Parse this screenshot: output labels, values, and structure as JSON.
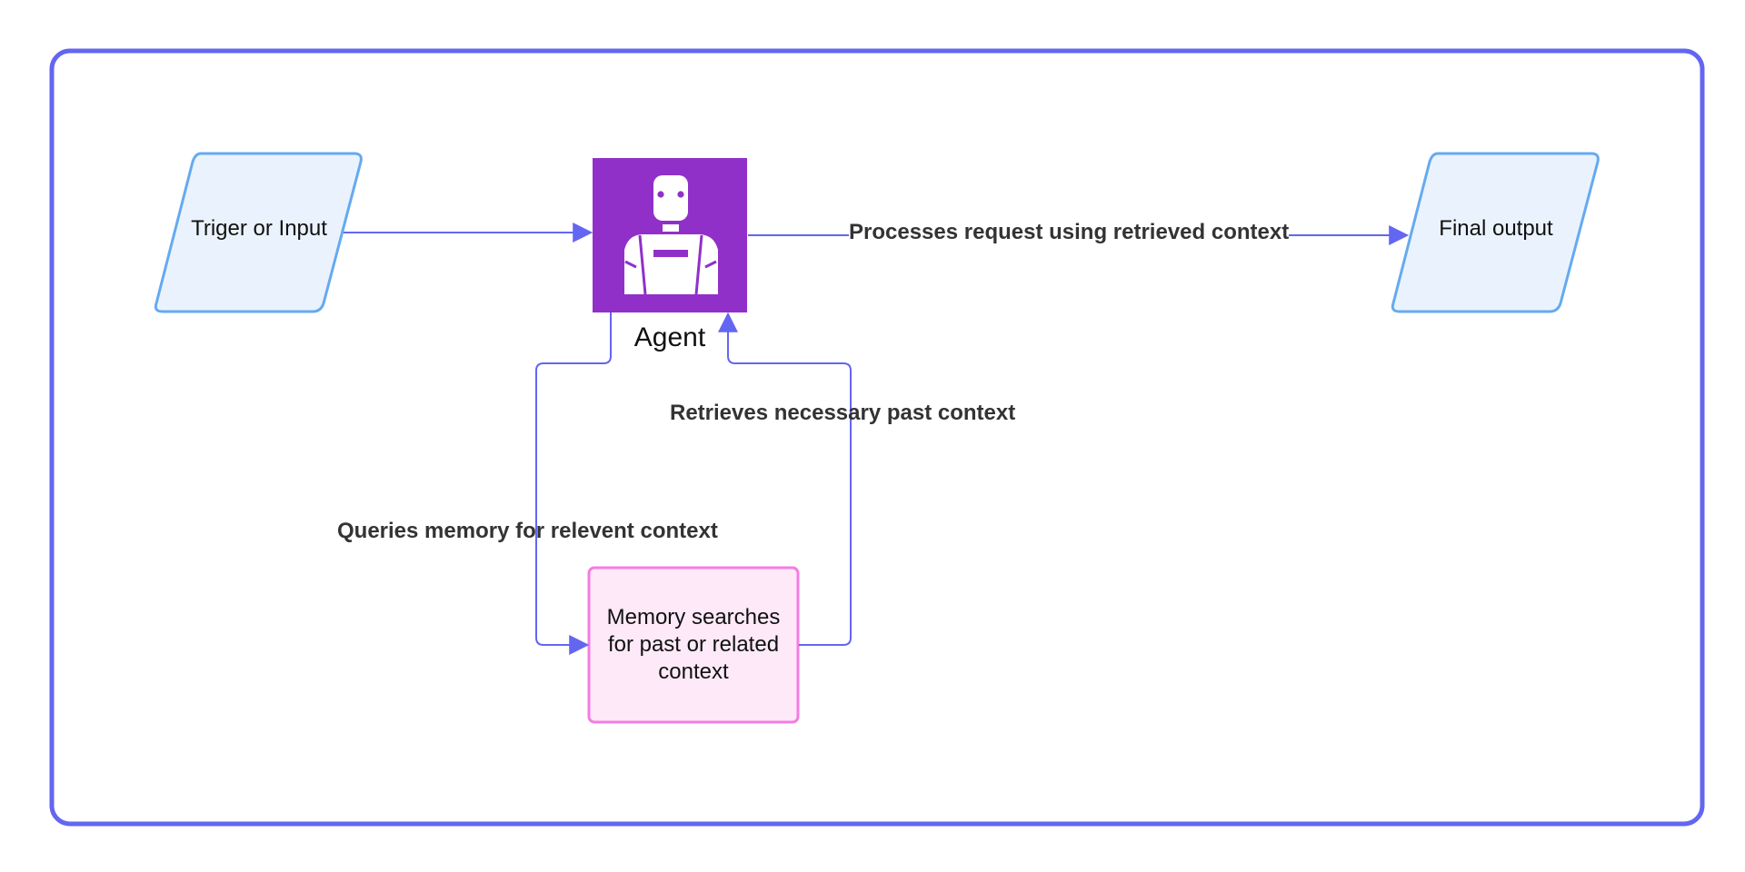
{
  "colors": {
    "frame": "#6366f1",
    "edge": "#6366f1",
    "io_fill": "#eaf3fd",
    "io_stroke": "#65aaf0",
    "agent_fill": "#9130c9",
    "memory_fill": "#fde9f7",
    "memory_stroke": "#f47ce2",
    "label_text": "#333333"
  },
  "nodes": {
    "input": {
      "label": "Triger or Input",
      "shape": "parallelogram"
    },
    "agent": {
      "label": "Agent",
      "icon": "robot-icon"
    },
    "output": {
      "label": "Final output",
      "shape": "parallelogram"
    },
    "memory": {
      "label": "Memory searches for past or related context",
      "shape": "rectangle"
    }
  },
  "edges": {
    "input_to_agent": {
      "label": ""
    },
    "agent_to_output": {
      "label": "Processes request using retrieved context"
    },
    "agent_to_memory": {
      "label": "Queries memory for relevent context"
    },
    "memory_to_agent": {
      "label": "Retrieves necessary past context"
    }
  }
}
